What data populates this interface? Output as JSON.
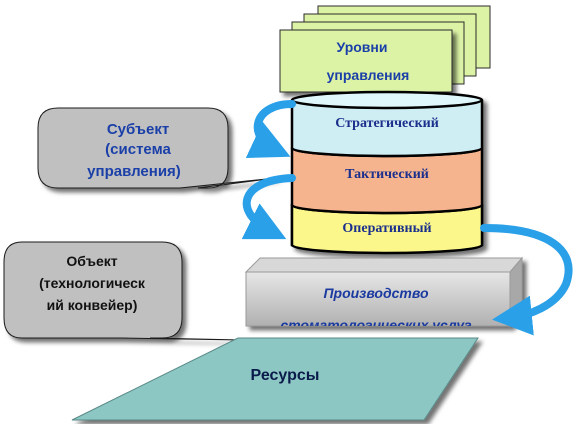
{
  "diagram": {
    "levels_card": {
      "line1": "Уровни",
      "line2": "управления"
    },
    "tiers": [
      {
        "label": "Стратегический",
        "color": "#cfeef4"
      },
      {
        "label": "Тактический",
        "color": "#f6b48e"
      },
      {
        "label": "Оперативный",
        "color": "#fbf78a"
      }
    ],
    "subject_callout": {
      "line1": "Субъект",
      "line2": "(система",
      "line3": "управления)"
    },
    "object_callout": {
      "line1": "Объект",
      "line2": "(технологическ",
      "line3": "ий конвейер)"
    },
    "production": {
      "line1": "Производство",
      "line2": "стоматологических услуг"
    },
    "resources": {
      "label": "Ресурсы"
    },
    "colors": {
      "card": "#dcf3a6",
      "callout": "#c0c0c0",
      "arrow": "#2aa0e8",
      "subject_text": "#1a3fa8",
      "tier_text": "#1b2f8c",
      "production_text": "#1a3aa0",
      "resources": "#8cc7c4"
    }
  }
}
